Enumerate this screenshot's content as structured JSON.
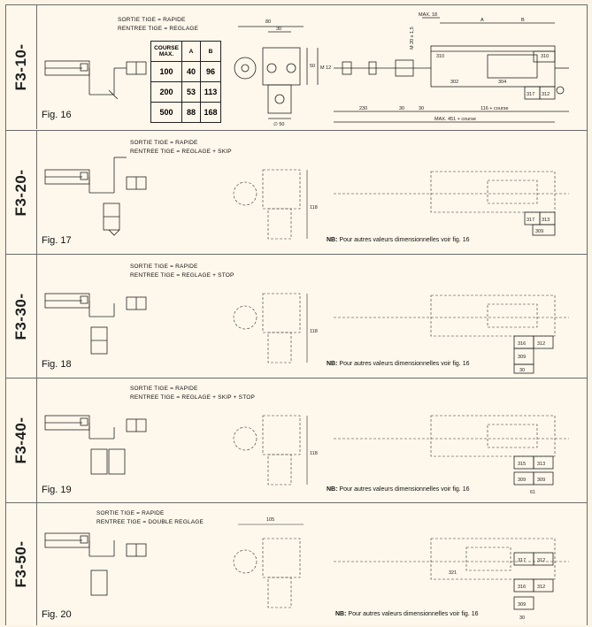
{
  "rows": [
    {
      "code": "F3-10-",
      "fig": "Fig. 16",
      "line1": "SORTIE TIGE = RAPIDE",
      "line2": "RENTREE TIGE = REGLAGE",
      "nb": ""
    },
    {
      "code": "F3-20-",
      "fig": "Fig. 17",
      "line1": "SORTIE TIGE = RAPIDE",
      "line2": "RENTREE TIGE = REGLAGE + SKIP",
      "nb": "Pour autres valeurs dimensionnelles voir fig. 16"
    },
    {
      "code": "F3-30-",
      "fig": "Fig. 18",
      "line1": "SORTIE TIGE = RAPIDE",
      "line2": "RENTREE TIGE = REGLAGE + STOP",
      "nb": "Pour autres valeurs dimensionnelles voir fig. 16"
    },
    {
      "code": "F3-40-",
      "fig": "Fig. 19",
      "line1": "SORTIE TIGE = RAPIDE",
      "line2": "RENTREE TIGE = REGLAGE + SKIP + STOP",
      "nb": "Pour autres valeurs dimensionnelles voir fig. 16"
    },
    {
      "code": "F3-50-",
      "fig": "Fig. 20",
      "line1": "SORTIE TIGE = RAPIDE",
      "line2": "RENTREE TIGE = DOUBLE REGLAGE",
      "nb": "Pour autres valeurs dimensionnelles voir fig. 16"
    }
  ],
  "nb_prefix": "NB:",
  "course_table": {
    "headers": [
      "COURSE MAX.",
      "A",
      "B"
    ],
    "rows": [
      [
        "100",
        "40",
        "96"
      ],
      [
        "200",
        "53",
        "113"
      ],
      [
        "500",
        "88",
        "168"
      ]
    ]
  },
  "dims": {
    "d80": "80",
    "d30": "30",
    "d50": "50",
    "m12": "M 12",
    "phi50": "∅ 50",
    "max18": "MAX. 18",
    "m20": "M 20 x 1,5",
    "dA": "A",
    "dB": "B",
    "d230": "230",
    "d30b": "30",
    "d30c": "30",
    "d116": "116 + course",
    "max451": "MAX. 451 + course",
    "d118": "118",
    "d105": "105",
    "p310": "310",
    "p310b": "310",
    "p302": "302",
    "p304": "304",
    "p317": "317",
    "p312": "312",
    "p313": "313",
    "p309": "309",
    "p316": "316",
    "p315": "315",
    "p321": "321",
    "d61": "61"
  }
}
